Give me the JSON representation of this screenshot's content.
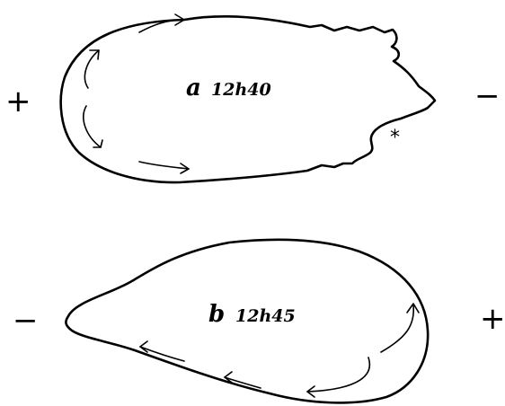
{
  "panel_a": {
    "letter": "a",
    "time": "12h40",
    "left_sign": "+",
    "right_sign": "−",
    "marker": "*"
  },
  "panel_b": {
    "letter": "b",
    "time": "12h45",
    "left_sign": "−",
    "right_sign": "+"
  }
}
